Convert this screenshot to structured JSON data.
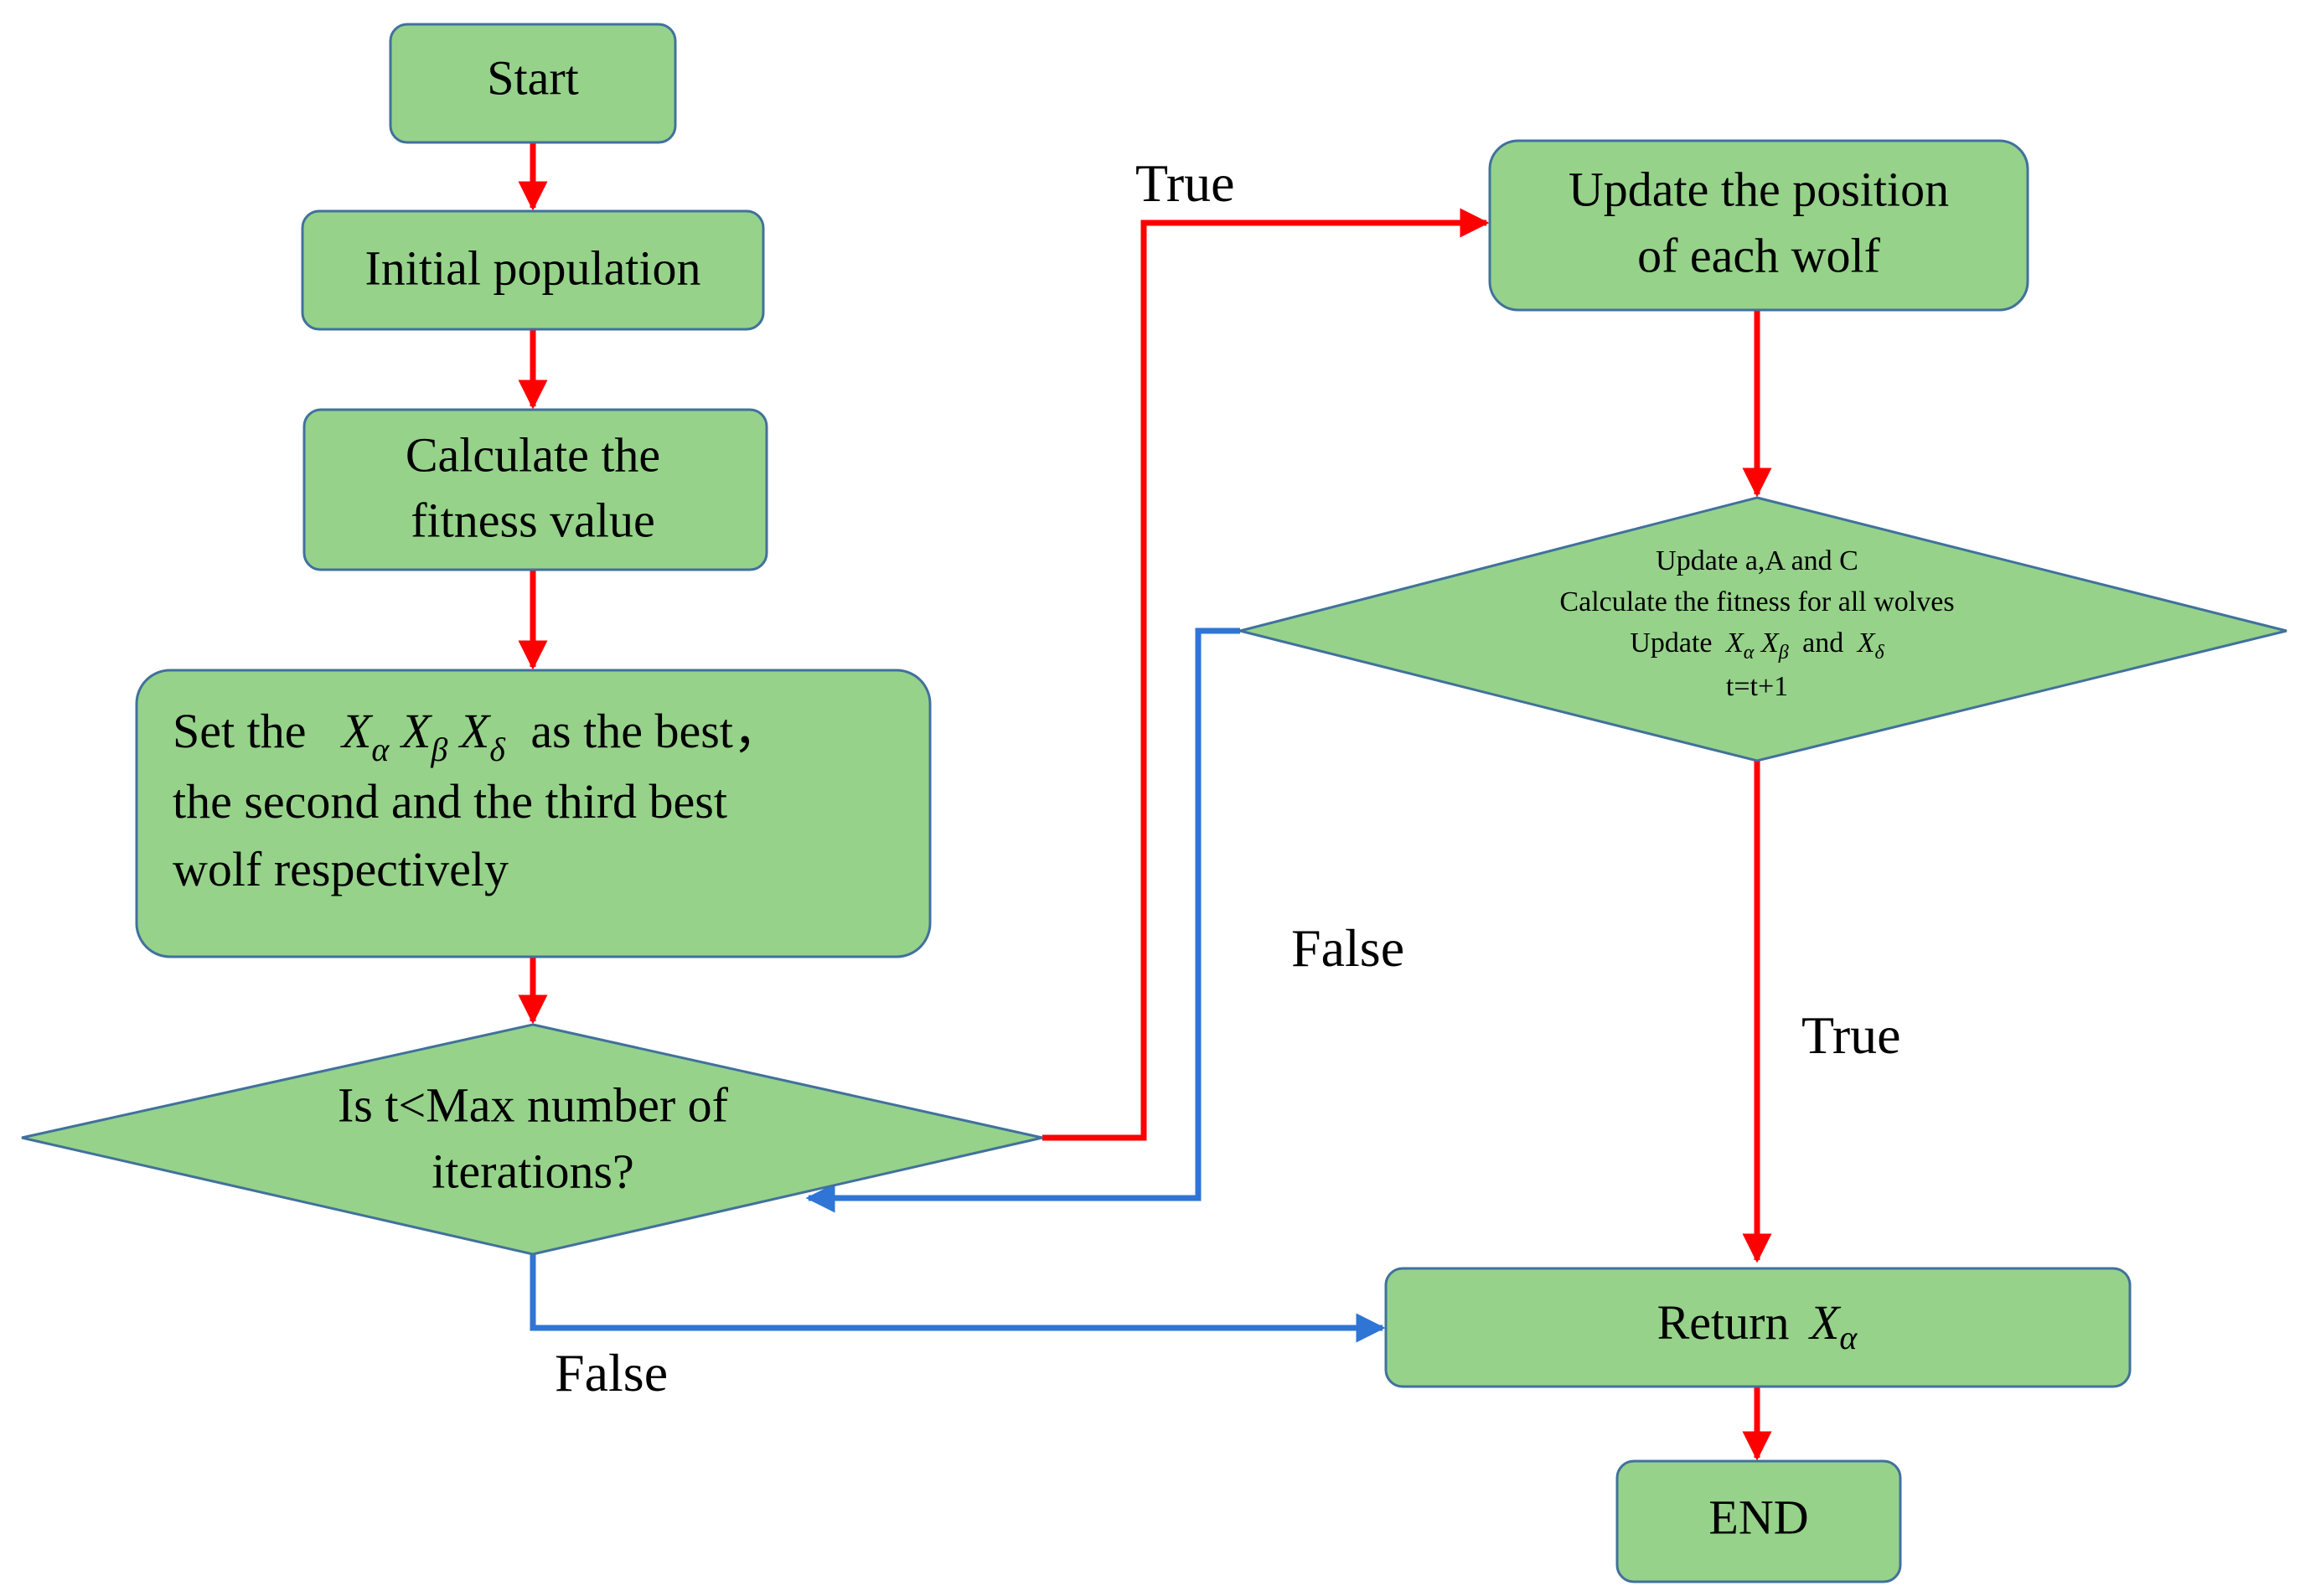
{
  "nodes": {
    "start": "Start",
    "initial_population": "Initial population",
    "calculate_fitness": {
      "line1": "Calculate the",
      "line2": "fitness value"
    },
    "set_best": {
      "line1_prefix": "Set the",
      "line1_suffix": "as the best，",
      "line2": "the second and the third best",
      "line3": "wolf respectively"
    },
    "condition": {
      "line1": "Is t<Max number of",
      "line2": "iterations?"
    },
    "update_position": {
      "line1": "Update the position",
      "line2": "of each wolf"
    },
    "update_params": {
      "line1": "Update a,A and C",
      "line2": "Calculate the fitness for all wolves",
      "line3_prefix": "Update",
      "line3_middle": "and",
      "line4": "t=t+1"
    },
    "return": "Return",
    "end": "END"
  },
  "math": {
    "X": "X",
    "alpha": "α",
    "beta": "β",
    "delta": "δ"
  },
  "edge_labels": {
    "true_top": "True",
    "false_middle": "False",
    "true_right": "True",
    "false_bottom": "False"
  },
  "colors": {
    "node_fill": "#96D28A",
    "node_stroke": "#41719C",
    "true_arrow": "#FF0000",
    "false_arrow": "#2E75D6"
  }
}
